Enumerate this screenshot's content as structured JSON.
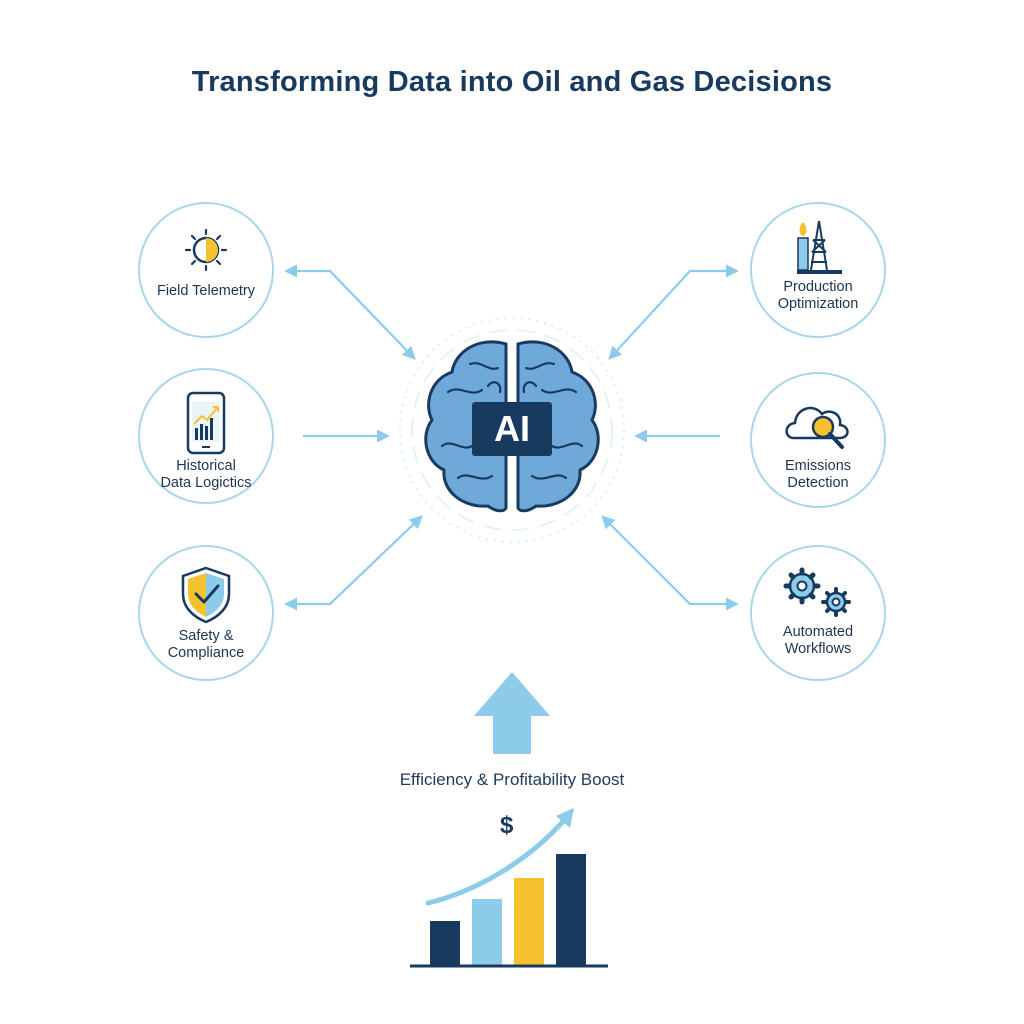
{
  "title": "Transforming Data into Oil and Gas Decisions",
  "center": {
    "label": "AI",
    "icon": "brain-icon"
  },
  "nodes": {
    "field_telemetry": {
      "label": "Field Telemetry",
      "icon": "sun-icon"
    },
    "historical_data": {
      "line1": "Historical",
      "line2": "Data Logictics",
      "icon": "phone-chart-icon"
    },
    "safety": {
      "line1": "Safety &",
      "line2": "Compliance",
      "icon": "shield-check-icon"
    },
    "production": {
      "line1": "Production",
      "line2": "Optimization",
      "icon": "oil-rig-icon"
    },
    "emissions": {
      "line1": "Emissions",
      "line2": "Detection",
      "icon": "cloud-search-icon"
    },
    "workflows": {
      "line1": "Automated",
      "line2": "Workflows",
      "icon": "gears-icon"
    }
  },
  "boost": {
    "label": "Efficiency & Profitability Boost",
    "symbol": "$",
    "icon": "up-arrow-icon"
  },
  "colors": {
    "navy": "#173a5e",
    "light_blue": "#8ccbea",
    "yellow": "#f5c12e",
    "circle_stroke": "#a9d6ea",
    "brain": "#6fa9d9"
  }
}
